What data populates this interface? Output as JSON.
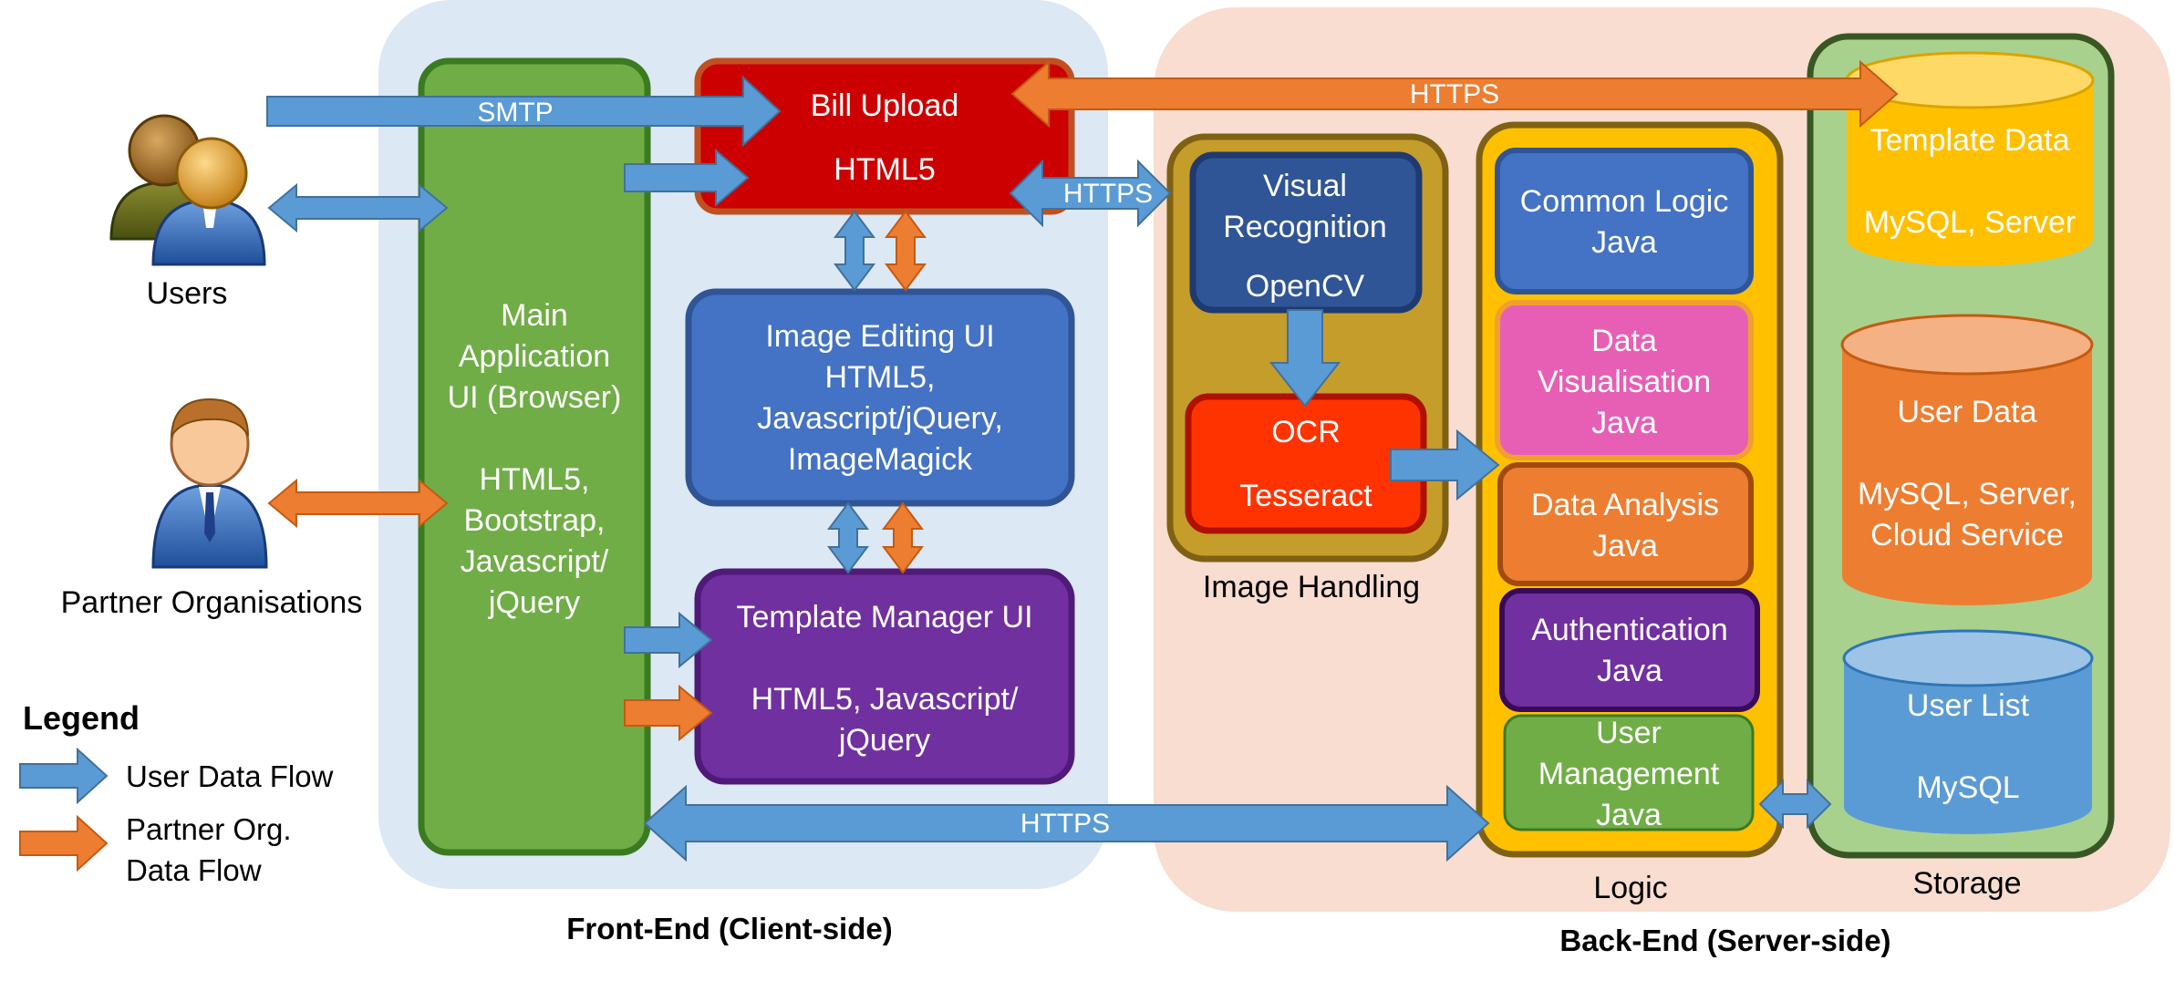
{
  "regions": {
    "frontend_label": "Front-End (Client-side)",
    "backend_label": "Back-End (Server-side)"
  },
  "actors": {
    "users": "Users",
    "partners": "Partner Organisations"
  },
  "main_app": {
    "line1": "Main",
    "line2": "Application",
    "line3": "UI (Browser)",
    "line4": "HTML5,",
    "line5": "Bootstrap,",
    "line6": "Javascript/",
    "line7": "jQuery"
  },
  "bill_upload": {
    "line1": "Bill Upload",
    "line2": "HTML5"
  },
  "image_editing": {
    "line1": "Image Editing UI",
    "line2": "HTML5,",
    "line3": "Javascript/jQuery,",
    "line4": "ImageMagick"
  },
  "template_manager": {
    "line1": "Template Manager UI",
    "line2": "HTML5, Javascript/",
    "line3": "jQuery"
  },
  "image_handling": {
    "label": "Image Handling",
    "visual": {
      "line1": "Visual",
      "line2": "Recognition",
      "line3": "OpenCV"
    },
    "ocr": {
      "line1": "OCR",
      "line2": "Tesseract"
    }
  },
  "logic": {
    "label": "Logic",
    "common": {
      "line1": "Common Logic",
      "line2": "Java"
    },
    "visualisation": {
      "line1": "Data",
      "line2": "Visualisation",
      "line3": "Java"
    },
    "analysis": {
      "line1": "Data Analysis",
      "line2": "Java"
    },
    "authentication": {
      "line1": "Authentication",
      "line2": "Java"
    },
    "user_mgmt": {
      "line1": "User",
      "line2": "Management",
      "line3": "Java"
    }
  },
  "storage": {
    "label": "Storage",
    "template_data": {
      "line1": "Template Data",
      "line2": "MySQL, Server"
    },
    "user_data": {
      "line1": "User Data",
      "line2": "MySQL, Server,",
      "line3": "Cloud Service"
    },
    "user_list": {
      "line1": "User List",
      "line2": "MySQL"
    }
  },
  "arrows": {
    "smtp": "SMTP",
    "https_top": "HTTPS",
    "https_visual": "HTTPS",
    "https_bottom": "HTTPS"
  },
  "legend": {
    "title": "Legend",
    "user_flow": "User Data Flow",
    "partner_flow_line1": "Partner Org.",
    "partner_flow_line2": "Data Flow"
  },
  "colors": {
    "frontend_bg": "#dce8f4",
    "backend_bg": "#f8ddd0",
    "main_app": "#70ad47",
    "bill_upload": "#cc0000",
    "image_editing": "#4472c4",
    "template_manager": "#7030a0",
    "image_handling": "#c59d2a",
    "visual_recognition": "#2f5597",
    "ocr": "#ff3300",
    "logic_container": "#ffc000",
    "common_logic": "#4472c4",
    "data_visualisation": "#e75fb5",
    "data_analysis": "#ed7d31",
    "authentication": "#7030a0",
    "user_management": "#70ad47",
    "storage_container": "#a9d18e",
    "template_data": "#ffc000",
    "user_data": "#ed7d31",
    "user_list": "#5b9bd5",
    "user_flow_arrow": "#5b9bd5",
    "partner_flow_arrow": "#ed7d31"
  }
}
